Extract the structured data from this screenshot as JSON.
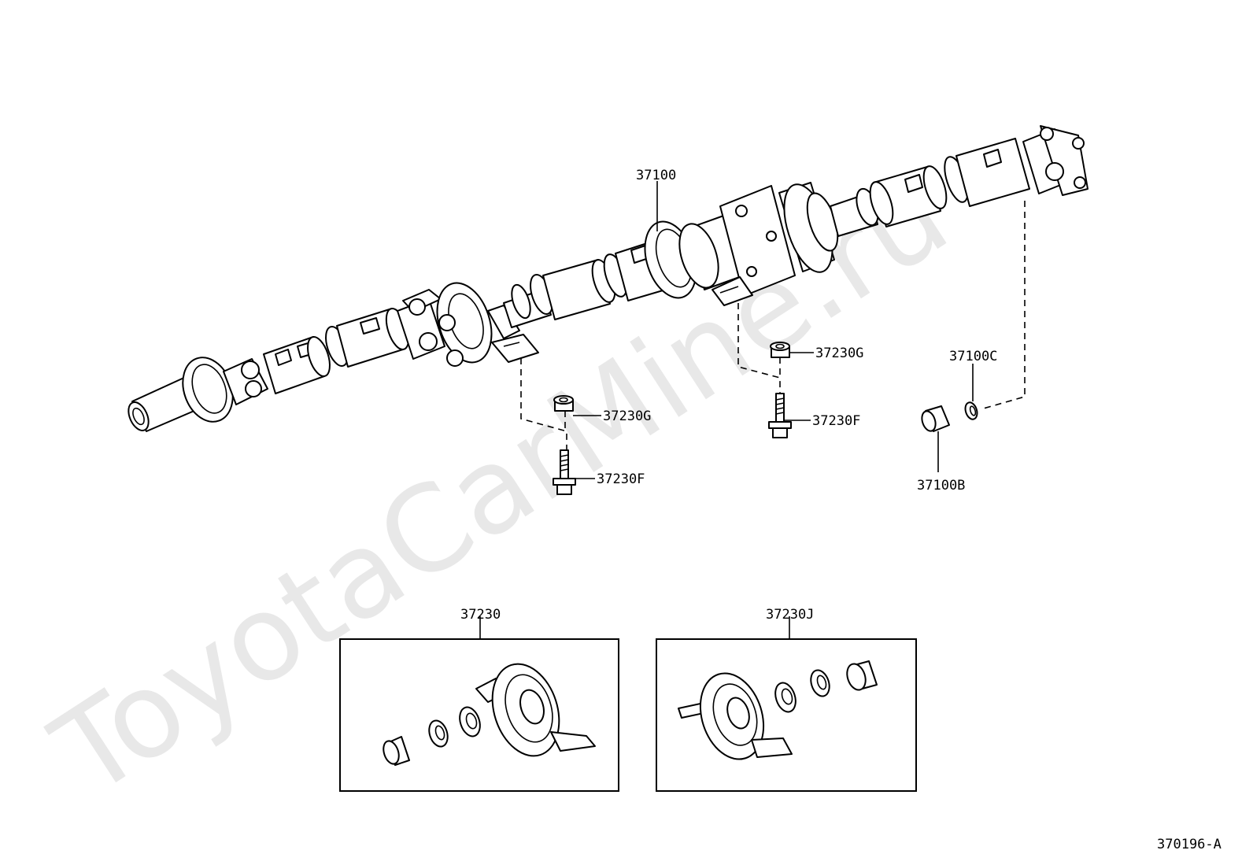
{
  "watermark": "ToyotaCarMine.ru",
  "callouts": {
    "c37100": "37100",
    "c37230G_left": "37230G",
    "c37230F_left": "37230F",
    "c37230G_right": "37230G",
    "c37230F_right": "37230F",
    "c37100C": "37100C",
    "c37100B": "37100B",
    "c37230": "37230",
    "c37230J": "37230J"
  },
  "diagram_code": "370196-A",
  "colors": {
    "line": "#000000",
    "background": "#ffffff",
    "watermark": "#d6d6d6"
  }
}
